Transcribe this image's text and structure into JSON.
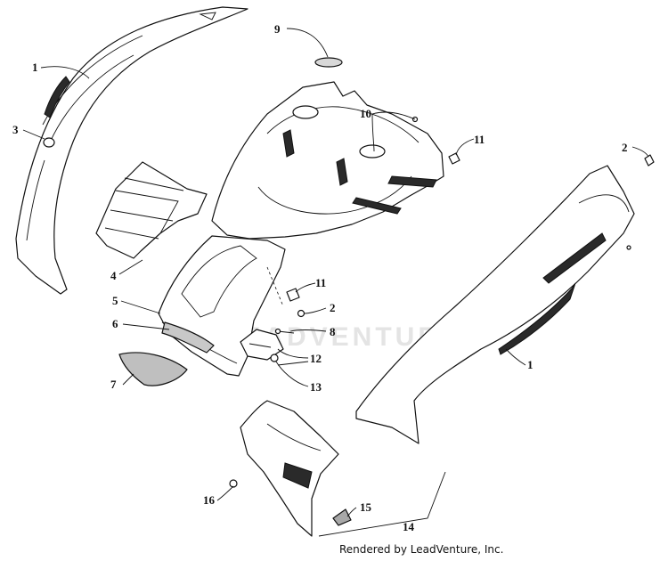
{
  "callouts": [
    {
      "id": "c1a",
      "text": "1"
    },
    {
      "id": "c1b",
      "text": "1"
    },
    {
      "id": "c2a",
      "text": "2"
    },
    {
      "id": "c2b",
      "text": "2"
    },
    {
      "id": "c3",
      "text": "3"
    },
    {
      "id": "c4",
      "text": "4"
    },
    {
      "id": "c5",
      "text": "5"
    },
    {
      "id": "c6",
      "text": "6"
    },
    {
      "id": "c7",
      "text": "7"
    },
    {
      "id": "c8",
      "text": "8"
    },
    {
      "id": "c9",
      "text": "9"
    },
    {
      "id": "c10",
      "text": "10"
    },
    {
      "id": "c11a",
      "text": "11"
    },
    {
      "id": "c11b",
      "text": "11"
    },
    {
      "id": "c12",
      "text": "12"
    },
    {
      "id": "c13",
      "text": "13"
    },
    {
      "id": "c14",
      "text": "14"
    },
    {
      "id": "c15",
      "text": "15"
    },
    {
      "id": "c16",
      "text": "16"
    }
  ],
  "credit": "Rendered by LeadVenture, Inc.",
  "watermark": "LEADVENTURE"
}
